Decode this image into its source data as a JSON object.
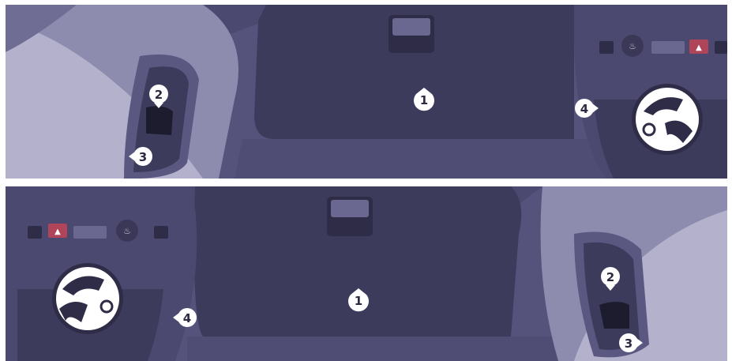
{
  "colors": {
    "background": "#55537c",
    "dashboard_dark": "#3d3b5c",
    "dashboard_mid": "#4b4970",
    "door_light": "#8e8cae",
    "door_pale": "#b3b1cb",
    "marker_fill": "#ffffff",
    "hazard_button": "#b0455a"
  },
  "icons": {
    "steering_wheel_disc": "steering-wheel-airbag-icon",
    "seat_heater": "seat-heater-icon",
    "hazard": "hazard-warning-icon"
  },
  "top": {
    "marker_1": "1",
    "marker_2": "2",
    "marker_3": "3",
    "marker_4": "4"
  },
  "bottom": {
    "marker_1": "1",
    "marker_2": "2",
    "marker_3": "3",
    "marker_4": "4"
  }
}
